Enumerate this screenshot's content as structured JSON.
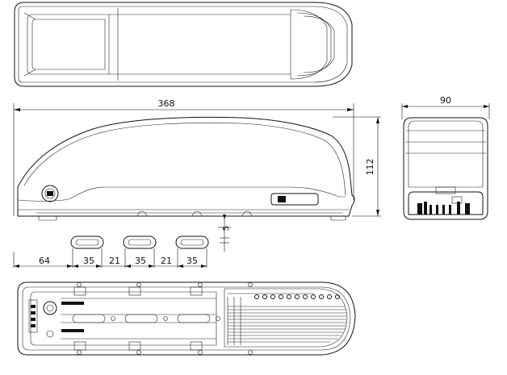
{
  "dimensions": {
    "overall_length": "368",
    "overall_height": "112",
    "width": "90",
    "offset_vertical": "5",
    "front_offset": "64",
    "slot_width_1": "35",
    "slot_gap_1": "21",
    "slot_width_2": "35",
    "slot_gap_2": "21",
    "slot_width_3": "35"
  },
  "views": {
    "top": "top-view",
    "side": "side-view",
    "end": "end-view",
    "bottom": "bottom-view"
  }
}
